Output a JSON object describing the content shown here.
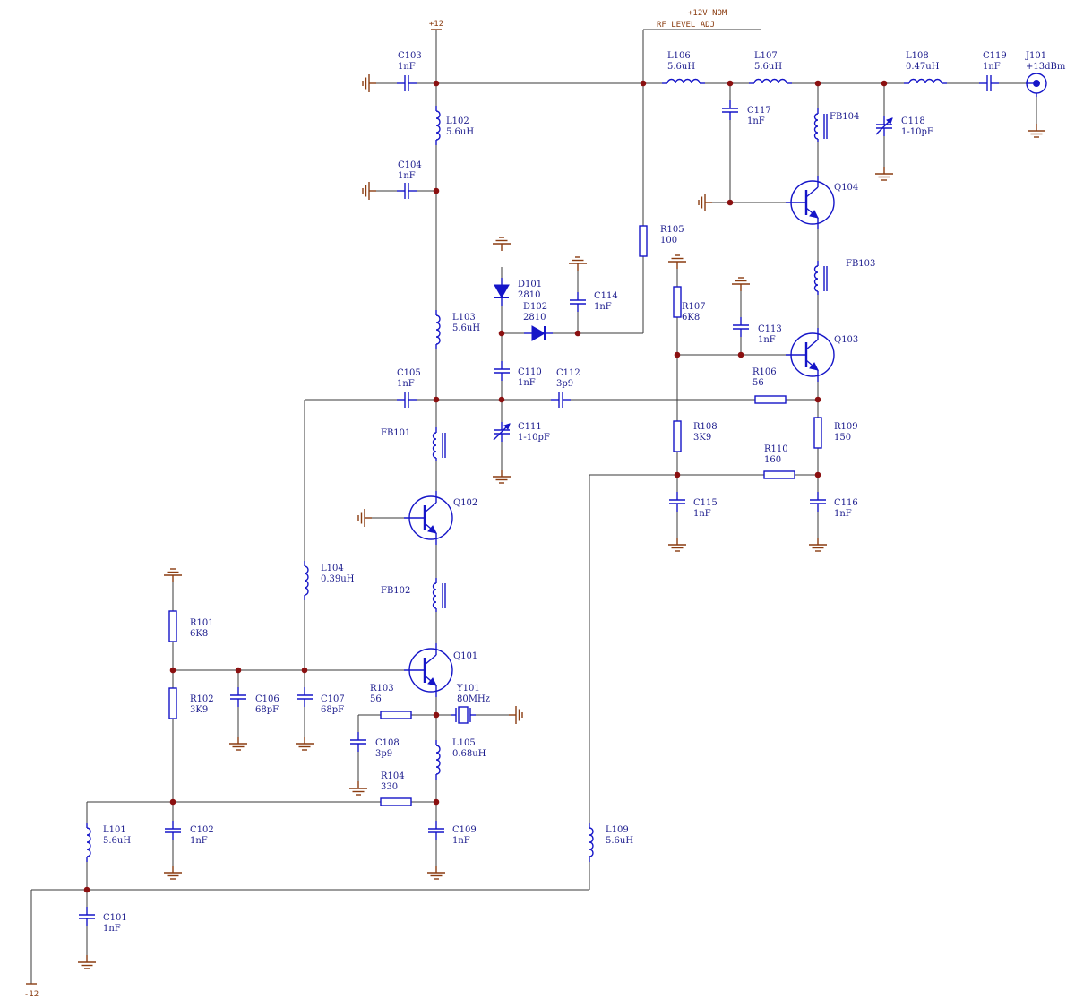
{
  "power": {
    "vcc": "+12",
    "vee": "-12",
    "nom": "+12V NOM",
    "adj": "RF LEVEL ADJ"
  },
  "components": {
    "C103": {
      "ref": "C103",
      "val": "1nF"
    },
    "C104": {
      "ref": "C104",
      "val": "1nF"
    },
    "C105": {
      "ref": "C105",
      "val": "1nF"
    },
    "C101": {
      "ref": "C101",
      "val": "1nF"
    },
    "C102": {
      "ref": "C102",
      "val": "1nF"
    },
    "C106": {
      "ref": "C106",
      "val": "68pF"
    },
    "C107": {
      "ref": "C107",
      "val": "68pF"
    },
    "C108": {
      "ref": "C108",
      "val": "3p9"
    },
    "C109": {
      "ref": "C109",
      "val": "1nF"
    },
    "C110": {
      "ref": "C110",
      "val": "1nF"
    },
    "C111": {
      "ref": "C111",
      "val": "1-10pF"
    },
    "C112": {
      "ref": "C112",
      "val": "3p9"
    },
    "C113": {
      "ref": "C113",
      "val": "1nF"
    },
    "C114": {
      "ref": "C114",
      "val": "1nF"
    },
    "C115": {
      "ref": "C115",
      "val": "1nF"
    },
    "C116": {
      "ref": "C116",
      "val": "1nF"
    },
    "C117": {
      "ref": "C117",
      "val": "1nF"
    },
    "C118": {
      "ref": "C118",
      "val": "1-10pF"
    },
    "C119": {
      "ref": "C119",
      "val": "1nF"
    },
    "L101": {
      "ref": "L101",
      "val": "5.6uH"
    },
    "L102": {
      "ref": "L102",
      "val": "5.6uH"
    },
    "L103": {
      "ref": "L103",
      "val": "5.6uH"
    },
    "L104": {
      "ref": "L104",
      "val": "0.39uH"
    },
    "L105": {
      "ref": "L105",
      "val": "0.68uH"
    },
    "L106": {
      "ref": "L106",
      "val": "5.6uH"
    },
    "L107": {
      "ref": "L107",
      "val": "5.6uH"
    },
    "L108": {
      "ref": "L108",
      "val": "0.47uH"
    },
    "L109": {
      "ref": "L109",
      "val": "5.6uH"
    },
    "R101": {
      "ref": "R101",
      "val": "6K8"
    },
    "R102": {
      "ref": "R102",
      "val": "3K9"
    },
    "R103": {
      "ref": "R103",
      "val": "56"
    },
    "R104": {
      "ref": "R104",
      "val": "330"
    },
    "R105": {
      "ref": "R105",
      "val": "100"
    },
    "R106": {
      "ref": "R106",
      "val": "56"
    },
    "R107": {
      "ref": "R107",
      "val": "6K8"
    },
    "R108": {
      "ref": "R108",
      "val": "3K9"
    },
    "R109": {
      "ref": "R109",
      "val": "150"
    },
    "R110": {
      "ref": "R110",
      "val": "160"
    },
    "D101": {
      "ref": "D101",
      "val": "2810"
    },
    "D102": {
      "ref": "D102",
      "val": "2810"
    },
    "Y101": {
      "ref": "Y101",
      "val": "80MHz"
    },
    "J101": {
      "ref": "J101",
      "val": "+13dBm"
    },
    "Q101": {
      "ref": "Q101"
    },
    "Q102": {
      "ref": "Q102"
    },
    "Q103": {
      "ref": "Q103"
    },
    "Q104": {
      "ref": "Q104"
    },
    "FB101": {
      "ref": "FB101"
    },
    "FB102": {
      "ref": "FB102"
    },
    "FB103": {
      "ref": "FB103"
    },
    "FB104": {
      "ref": "FB104"
    }
  }
}
